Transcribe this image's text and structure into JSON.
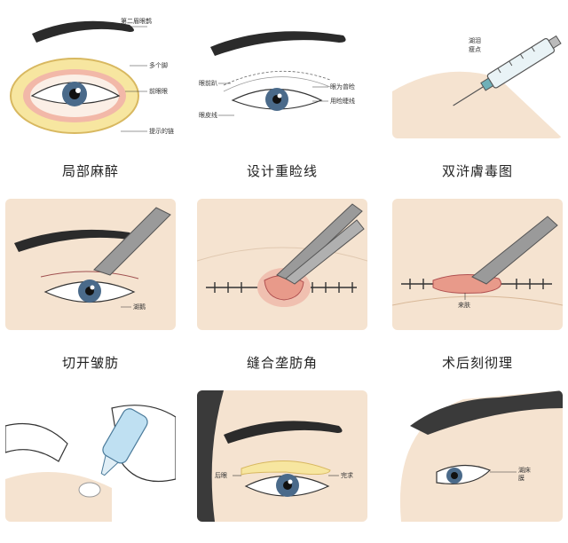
{
  "captions": [
    "局部麻醉",
    "设计重睑线",
    "双浒膚毒图",
    "切开皱肪",
    "缝合垄肪角",
    "术后刻彻理"
  ],
  "labels": {
    "p1": [
      "第二眉眼鹊",
      "多个脚",
      "前眼眼",
      "提示的链"
    ],
    "p2": [
      "眼前趴",
      "眼为曾睑",
      "用睑睫线",
      "眼皮线"
    ],
    "p3": [
      "湖泪",
      "瘦点"
    ],
    "p4": [
      "湖鹅"
    ],
    "p6": [
      "来肤"
    ],
    "p8": [
      "后眼",
      "完求"
    ],
    "p9": [
      "湖床",
      "膜"
    ]
  },
  "colors": {
    "skin": "#f5e3d0",
    "brow": "#2b2b2b",
    "iris": "#4a6a8a",
    "incision": "#f2b8a8",
    "tissue": "#e89a8a",
    "anesthesia": "#f7e6a0",
    "tool": "#8c8c8c"
  }
}
